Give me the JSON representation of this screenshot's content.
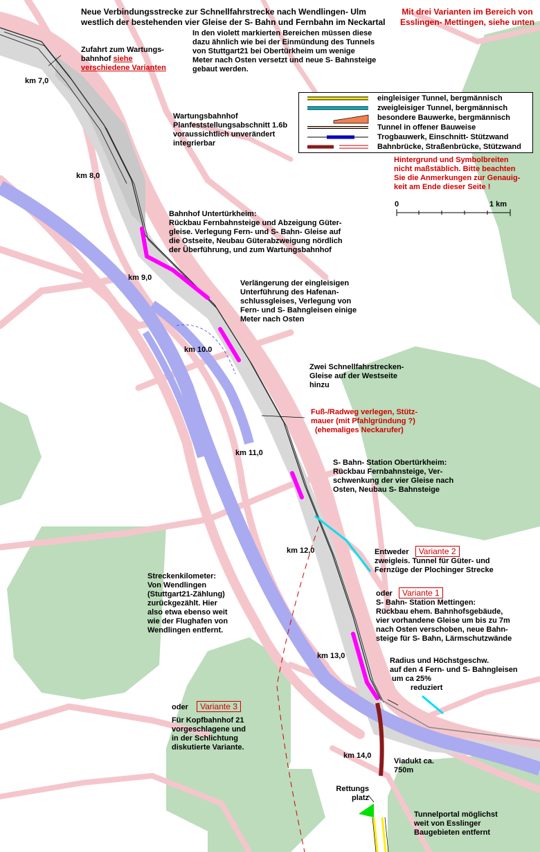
{
  "title_lines": [
    "Neue Verbindungsstrecke zur Schnellfahrstrecke nach Wendlingen- Ulm",
    "westlich der bestehenden vier Gleise der S- Bahn und Fernbahn im Neckartal"
  ],
  "variants_note_lines": [
    "Mit drei Varianten im Bereich von",
    "Esslingen- Mettingen, siehe unten"
  ],
  "tunnel_note_lines": [
    "In den violett markierten Bereichen müssen diese",
    "dazu ähnlich wie bei der Einmündung des Tunnels",
    "von Stuttgart21 bei Obertürkheim um wenige",
    "Meter nach Osten versetzt und neue S- Bahnsteige",
    "gebaut werden."
  ],
  "zufahrt": {
    "line1": "Zufahrt zum Wartungs-",
    "line2_plain": "bahnhof ",
    "line2_link": "siehe",
    "line3_link": "verschiedene Varianten"
  },
  "km_labels": [
    "km 7,0",
    "km 8,0",
    "km 9,0",
    "km 10.0",
    "km 11,0",
    "km 12,0",
    "km 13,0",
    "km 14,0"
  ],
  "wartung_lines": [
    "Wartungsbahnhof",
    "Planfeststellungsabschnitt 1.6b",
    "voraussichtlich unverändert",
    "integrierbar"
  ],
  "legend_items": [
    "eingleisiger Tunnel, bergmännisch",
    "zweigleisiger Tunnel, bergmännisch",
    "besondere Bauwerke, bergmännisch",
    "Tunnel in offener Bauweise",
    "Trogbauwerk, Einschnitt- Stützwand",
    "Bahnbrücke, Straßenbrücke, Stützwand"
  ],
  "scale_note_lines": [
    "Hintergrund und Symbolbreiten",
    "nicht maßstäblich. Bitte beachten",
    "Sie die Anmerkungen zur Genauig-",
    "keit am Ende dieser Seite !"
  ],
  "scale": {
    "left": "0",
    "right": "1 km"
  },
  "untertuerkheim_lines": [
    "Bahnhof Untertürkheim:",
    "Rückbau Fernbahnsteige und Abzeigung Güter-",
    "gleise. Verlegung Fern- und S- Bahn- Gleise auf",
    "die Ostseite, Neubau Güterabzweigung nördlich",
    "der Überführung, und zum Wartungsbahnhof"
  ],
  "hafen_lines": [
    "Verlängerung der eingleisigen",
    "Unterführung des Hafenan-",
    "schlussgleises, Verlegung von",
    "Fern- und S- Bahngleisen einige",
    "Meter nach Osten"
  ],
  "zwei_lines": [
    "Zwei Schnellfahrstrecken-",
    "Gleise auf der Westseite",
    "hinzu"
  ],
  "fuss_lines": [
    "Fuß-/Radweg verlegen, Stütz-",
    "mauer (mit Pfahlgründung ?)",
    "(ehemaliges Neckarufer)"
  ],
  "obertuerkheim_lines": [
    "S- Bahn- Station Obertürkheim:",
    "Rückbau Fernbahnsteige, Ver-",
    "schwenkung der vier Gleise nach",
    "Osten, Neubau S- Bahnsteige"
  ],
  "variante2": {
    "prefix": "Entweder",
    "box": "Variante 2",
    "lines": [
      "zweigleis. Tunnel für Güter-  und",
      "Fernzüge der Plochinger Strecke"
    ]
  },
  "variante1": {
    "prefix": "oder",
    "box": "Variante 1",
    "lines": [
      "S- Bahn- Station Mettingen:",
      "Rückbau ehem. Bahnhofsgebäude,",
      "vier vorhandene Gleise um bis zu 7m",
      "nach Osten verschoben, neue Bahn-",
      "steige für S- Bahn, Lärmschutzwände"
    ]
  },
  "streckenkm_lines": [
    "Streckenkilometer:",
    "Von Wendlingen",
    "(Stuttgart21-Zählung)",
    "zurückgezählt. Hier",
    "also etwa ebenso weit",
    "wie der Flughafen von",
    "Wendlingen entfernt."
  ],
  "radius_lines": [
    "Radius und  Höchstgeschw.",
    "auf den 4  Fern- und S- Bahngleisen",
    "um ca 25%",
    "reduziert"
  ],
  "variante3": {
    "prefix": "oder",
    "box": "Variante 3",
    "lines": [
      "Für Kopfbahnhof 21",
      "vorgeschlagene und",
      "in der Schlichtung",
      "diskutierte Variante."
    ]
  },
  "viadukt_lines": [
    "Viadukt ca.",
    "750m"
  ],
  "rettung_lines": [
    "Rettungs",
    "platz"
  ],
  "portal_lines": [
    "Tunnelportal möglichst",
    "weit von Esslinger",
    "Baugebieten entfernt"
  ],
  "colors": {
    "river": "#aaaaf0",
    "roads": "#f4c6cc",
    "forest": "#bcdcbc",
    "rail_area": "#d4d4d4",
    "magenta": "#ff00ff",
    "cyan": "#00e0f0",
    "viaduct": "#8b1a1a",
    "text_red": "#d00000"
  }
}
